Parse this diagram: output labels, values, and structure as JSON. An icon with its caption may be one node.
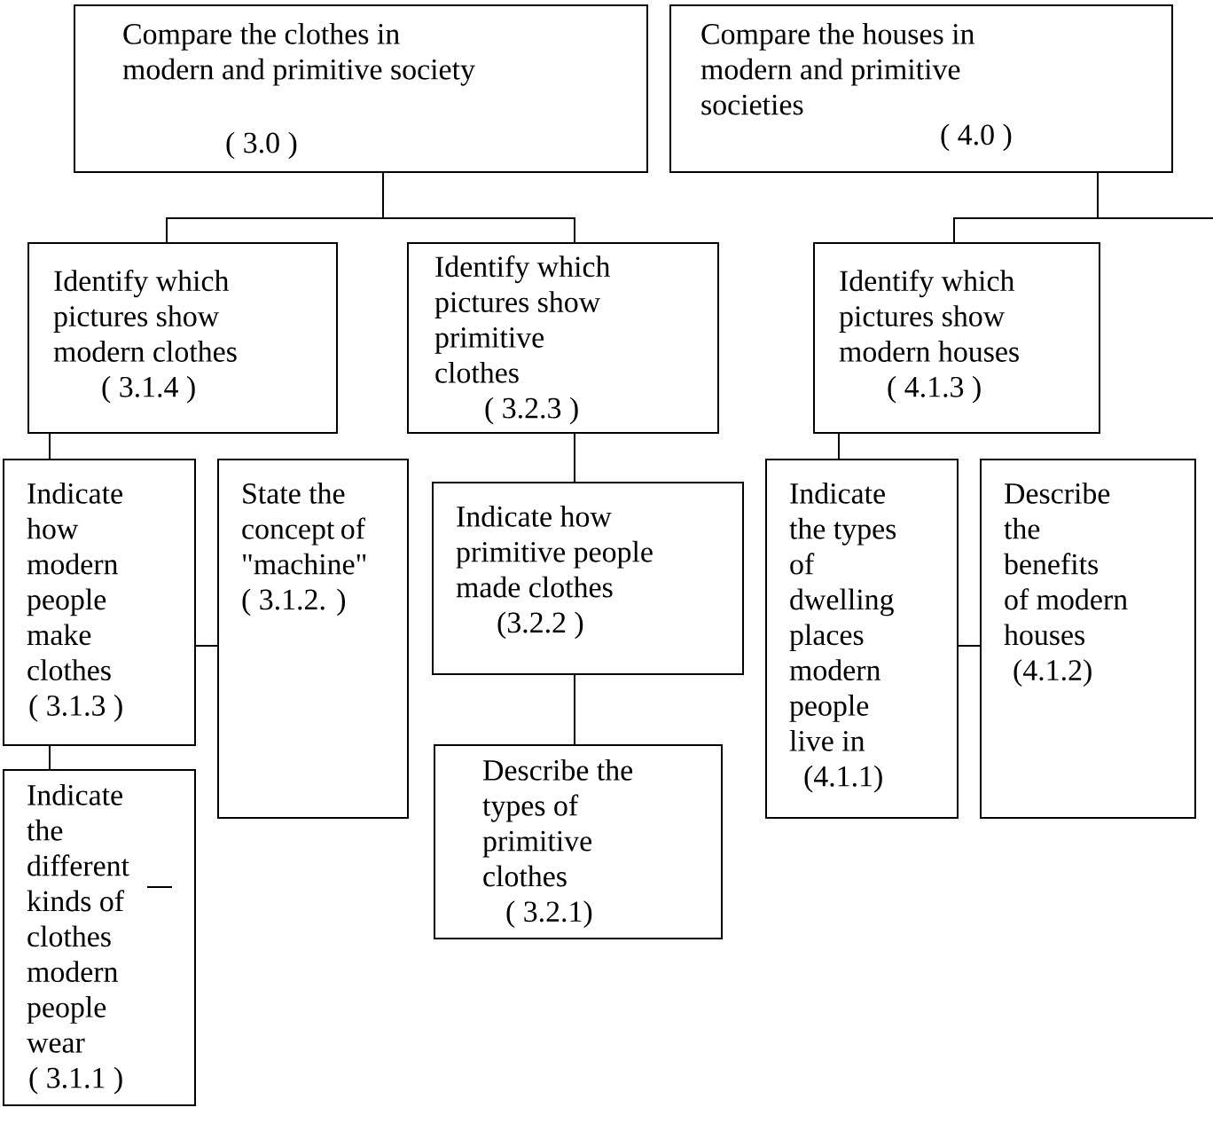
{
  "diagram": {
    "nodes": [
      {
        "text": [
          "Compare the clothes in modern and primitive society",
          "( 3.0 )"
        ]
      },
      {
        "text": [
          "Compare the houses in modern and primitive societies",
          "( 4.0 )"
        ]
      },
      {
        "text": [
          "Identify which pictures show modern clothes",
          "( 3.1.4 )"
        ]
      },
      {
        "text": [
          "Identify which pictures show primitive clothes",
          "( 3.2.3 )"
        ]
      },
      {
        "text": [
          "Identify which pictures show modern houses",
          "( 4.1.3 )"
        ]
      },
      {
        "text": [
          "Indicate how modern people make clothes",
          "( 3.1.3 )"
        ]
      },
      {
        "text": [
          "State the concept of \"machine\"",
          "( 3.1.2. )"
        ]
      },
      {
        "text": [
          "Indicate the different kinds of clothes modern people wear",
          "( 3.1.1 )"
        ]
      },
      {
        "text": [
          "Indicate how primitive people made clothes",
          "(3.2.2 )"
        ]
      },
      {
        "text": [
          "Describe the types of primitive clothes",
          "( 3.2.1)"
        ]
      },
      {
        "text": [
          "Indicate the types of dwelling places modern people live in",
          "(4.1.1)"
        ]
      },
      {
        "text": [
          "Describe the benefits of modern houses",
          "(4.1.2)"
        ]
      }
    ],
    "edges": [
      {
        "from": 0,
        "to": 2,
        "arrow": "none"
      },
      {
        "from": 0,
        "to": 3,
        "arrow": "none"
      },
      {
        "from": 1,
        "to": 4,
        "arrow": "none"
      },
      {
        "from": 1,
        "to": null,
        "arrow": "none"
      },
      {
        "from": 2,
        "to": 5,
        "arrow": "none"
      },
      {
        "from": 5,
        "to": 7,
        "arrow": "none"
      },
      {
        "from": 5,
        "to": 6,
        "arrow": "none"
      },
      {
        "from": 3,
        "to": 8,
        "arrow": "none"
      },
      {
        "from": 8,
        "to": 9,
        "arrow": "none"
      },
      {
        "from": 4,
        "to": 10,
        "arrow": "none"
      },
      {
        "from": 10,
        "to": 11,
        "arrow": "none"
      }
    ]
  }
}
